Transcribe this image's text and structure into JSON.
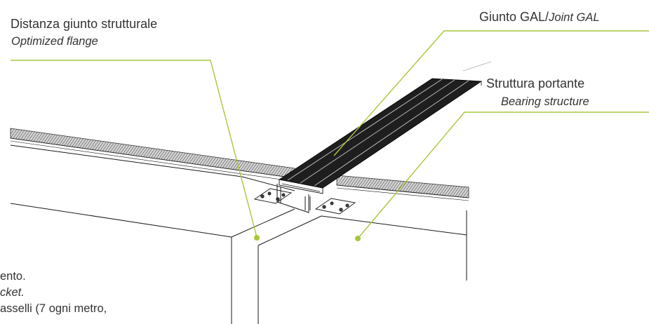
{
  "labels": {
    "distanza": {
      "it": "Distanza giunto strutturale",
      "en": "Optimized flange"
    },
    "giunto": {
      "it": "Giunto GAL/",
      "en": "Joint GAL"
    },
    "struttura": {
      "it": "Struttura portante",
      "en": "Bearing structure"
    },
    "notes": [
      "ento.",
      "cket.",
      "asselli (7 ogni metro,"
    ]
  },
  "colors": {
    "leader": "#a6c83a",
    "line": "#1a1a1a",
    "profile": "#222222",
    "background": "#ffffff"
  }
}
